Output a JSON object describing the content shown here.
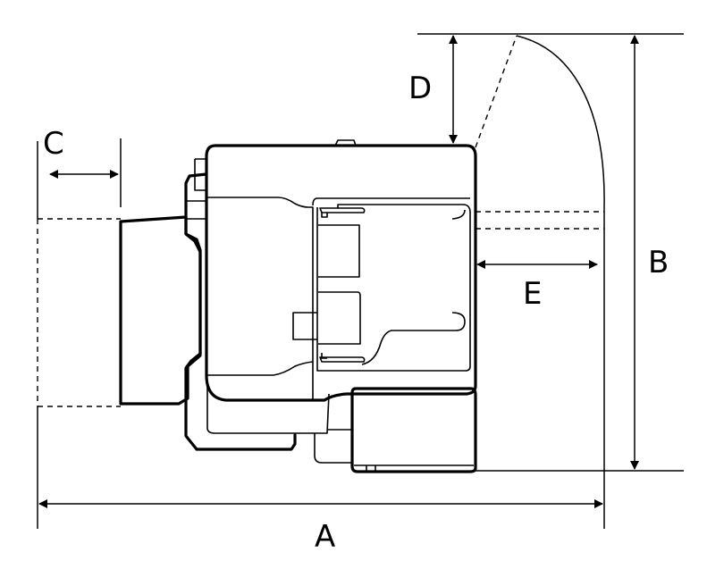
{
  "diagram": {
    "labels": {
      "A": "A",
      "B": "B",
      "C": "C",
      "D": "D",
      "E": "E"
    },
    "colors": {
      "line": "#000000",
      "background": "#ffffff"
    }
  }
}
